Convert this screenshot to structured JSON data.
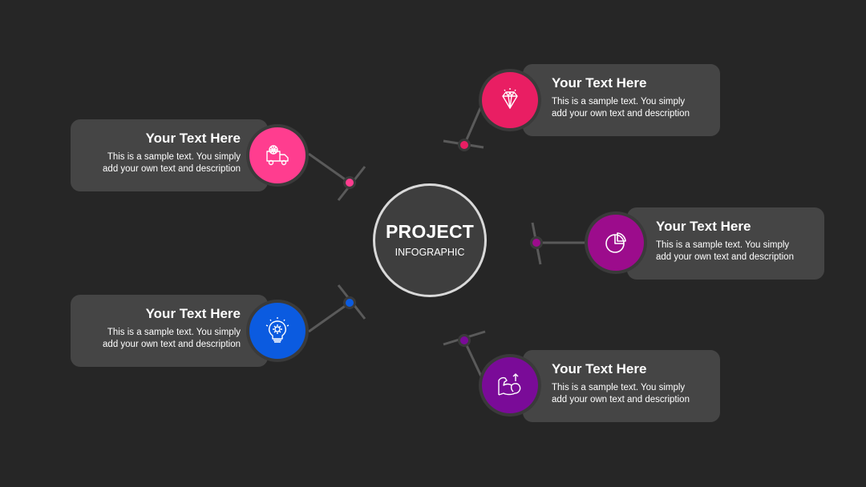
{
  "center": {
    "title": "PROJECT",
    "subtitle": "INFOGRAPHIC"
  },
  "items": [
    {
      "title": "Your Text Here",
      "desc_line1": "This is a sample text. You simply",
      "desc_line2": "add your own text and description",
      "color": "#e91e63",
      "icon": "diamond-icon"
    },
    {
      "title": "Your Text Here",
      "desc_line1": "This is a sample text. You simply",
      "desc_line2": "add your own text and description",
      "color": "#ff3d8f",
      "icon": "delivery-truck-icon"
    },
    {
      "title": "Your Text Here",
      "desc_line1": "This is a sample text. You simply",
      "desc_line2": "add your own text and description",
      "color": "#9c0c8c",
      "icon": "pie-chart-icon"
    },
    {
      "title": "Your Text Here",
      "desc_line1": "This is a sample text. You simply",
      "desc_line2": "add your own text and description",
      "color": "#0b5be0",
      "icon": "lightbulb-gear-icon"
    },
    {
      "title": "Your Text Here",
      "desc_line1": "This is a sample text. You simply",
      "desc_line2": "add your own text and description",
      "color": "#7a0b98",
      "icon": "strength-arm-icon"
    }
  ]
}
